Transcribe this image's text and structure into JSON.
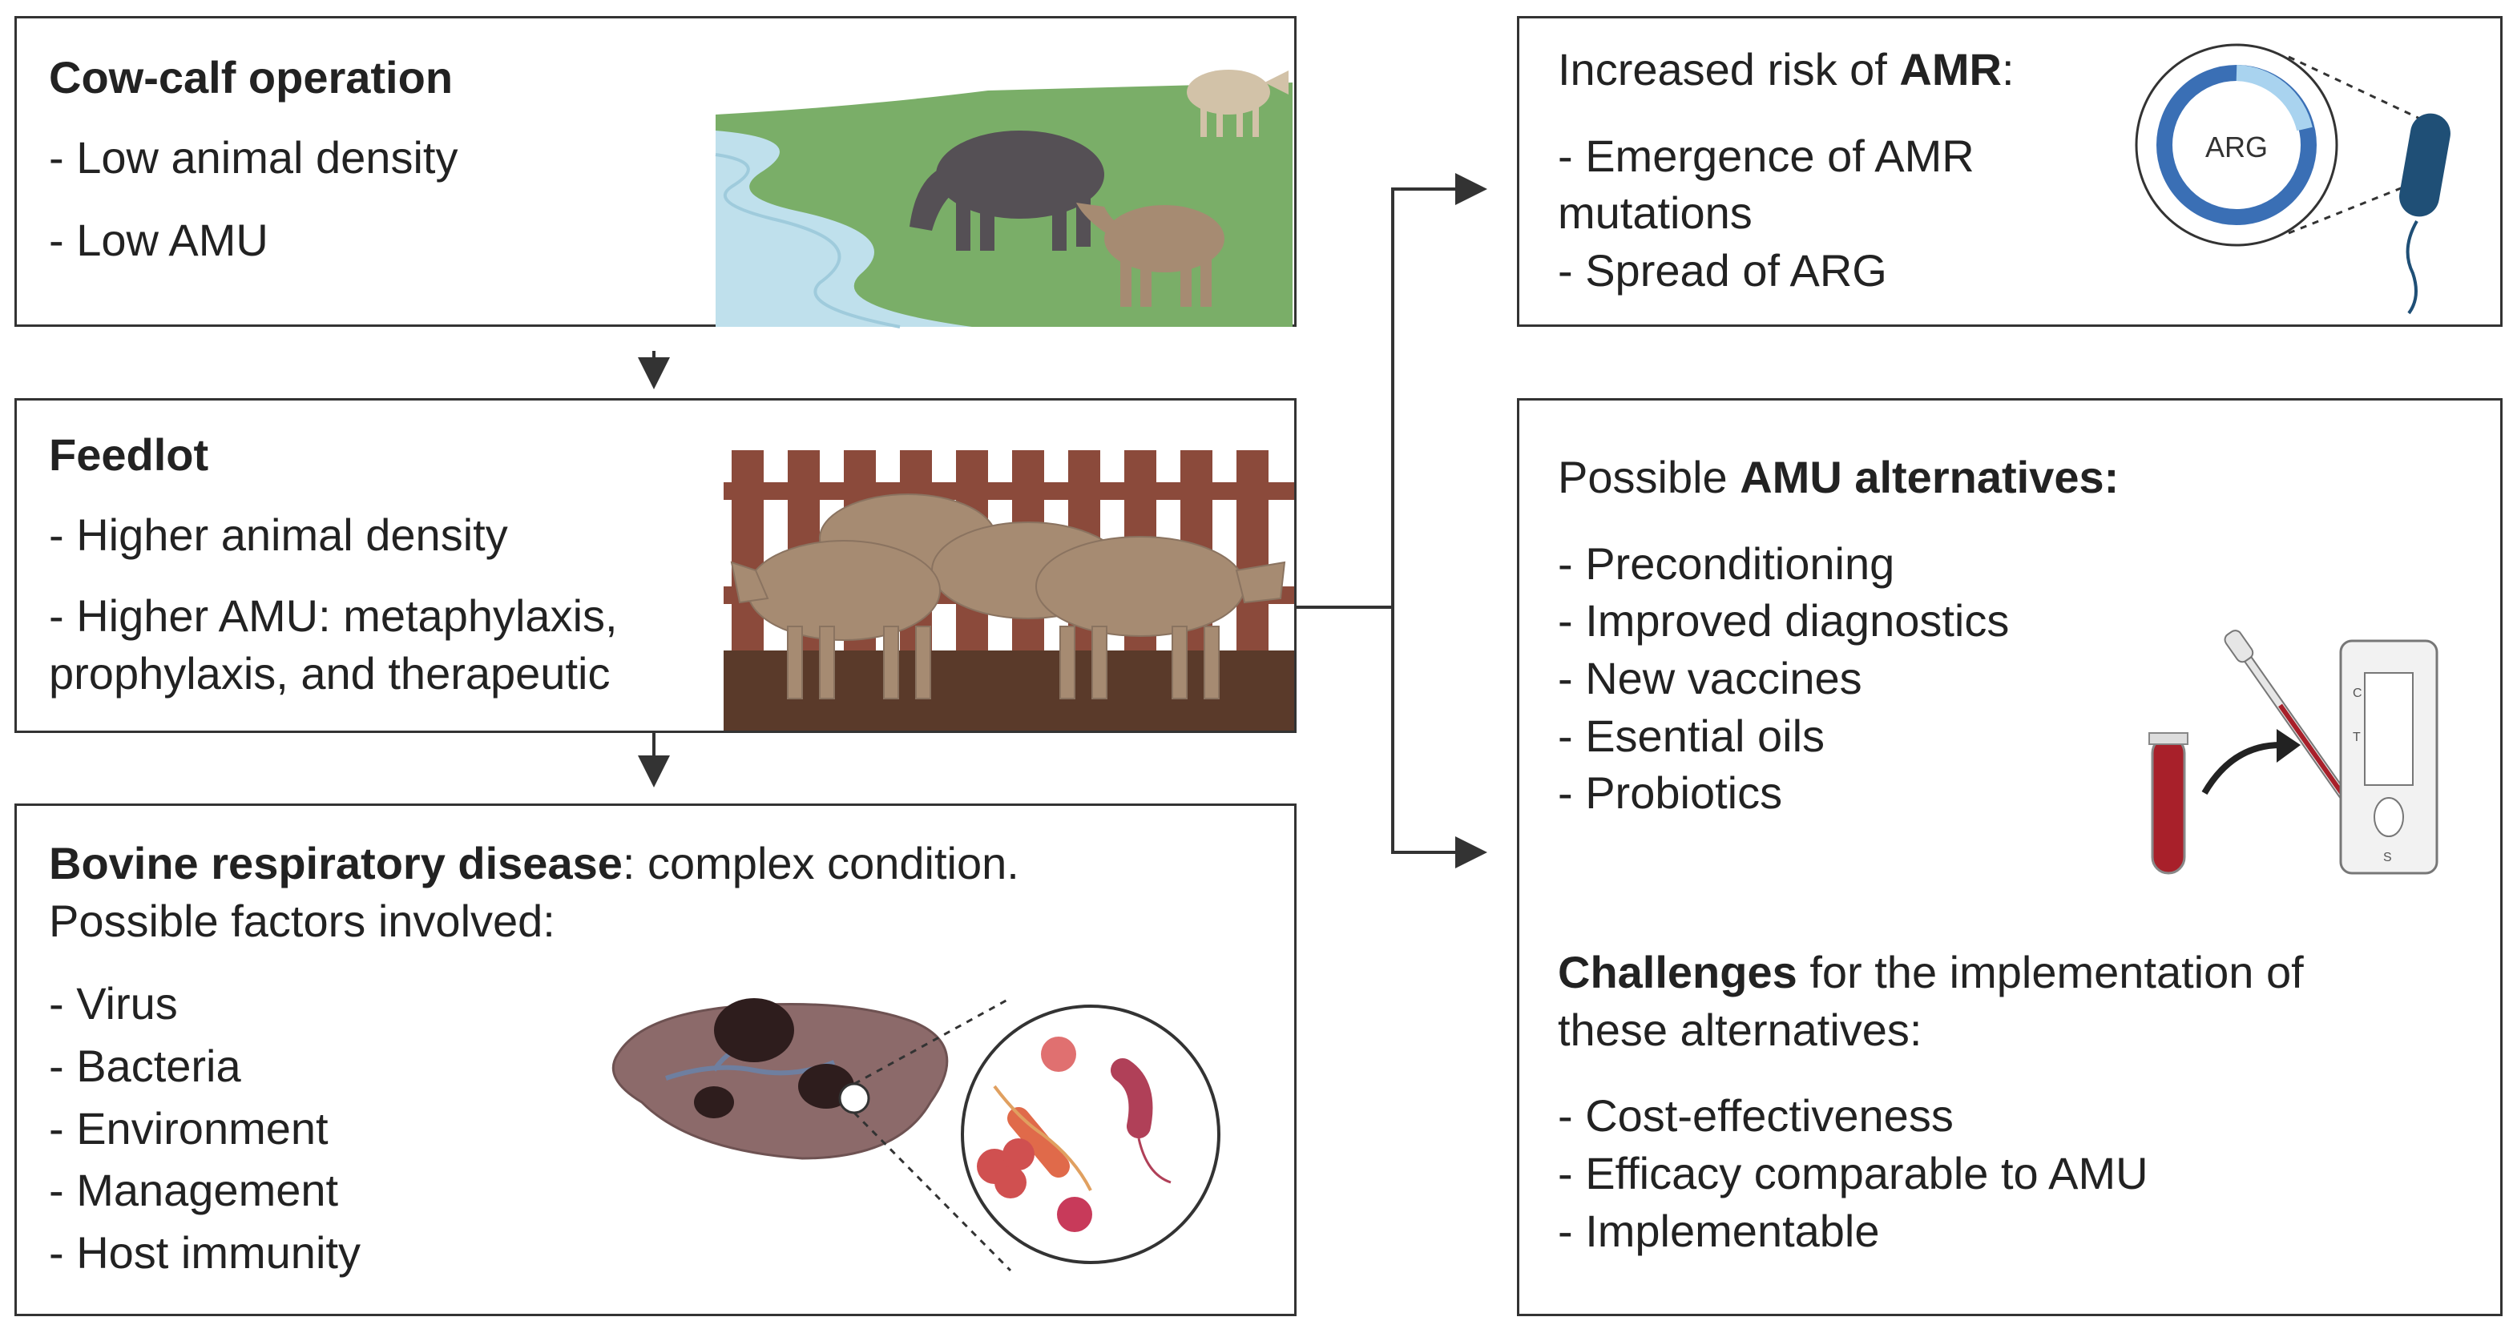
{
  "cow_calf": {
    "title": "Cow-calf operation",
    "items": [
      "- Low animal density",
      "- Low AMU"
    ]
  },
  "feedlot": {
    "title": "Feedlot",
    "items": [
      "- Higher animal density",
      "- Higher AMU: metaphylaxis,",
      "prophylaxis, and therapeutic"
    ]
  },
  "brd": {
    "title": "Bovine respiratory disease",
    "title_rest": ": complex condition.",
    "subtitle": "Possible factors involved:",
    "items": [
      "- Virus",
      "- Bacteria",
      "- Environment",
      "- Management",
      "- Host immunity"
    ]
  },
  "amr": {
    "heading_prefix": "Increased risk of ",
    "heading_bold": "AMR",
    "heading_suffix": ":",
    "items": [
      "- Emergence of AMR",
      "mutations",
      "- Spread of ARG"
    ],
    "arg_label": "ARG"
  },
  "alternatives": {
    "heading_prefix": "Possible ",
    "heading_bold": "AMU alternatives:",
    "items": [
      "- Preconditioning",
      "- Improved diagnostics",
      "- New vaccines",
      "- Esential oils",
      "- Probiotics"
    ],
    "challenges_bold": "Challenges",
    "challenges_rest": " for the implementation of",
    "challenges_line2": "these alternatives:",
    "challenge_items": [
      "- Cost-effectiveness",
      "- Efficacy comparable to AMU",
      "- Implementable"
    ],
    "test_labels": [
      "C",
      "T",
      "S"
    ]
  },
  "colors": {
    "border": "#333333",
    "grass": "#7aae68",
    "river": "#bfe0ec",
    "fence": "#8b4a3b",
    "soil": "#5a3a2a",
    "cow_brown": "#a68b72",
    "cow_dark": "#555055",
    "lung": "#8c6a6a",
    "arg_blue": "#3a6fb5",
    "bacterium": "#1f4f76",
    "blood": "#a8202a"
  }
}
